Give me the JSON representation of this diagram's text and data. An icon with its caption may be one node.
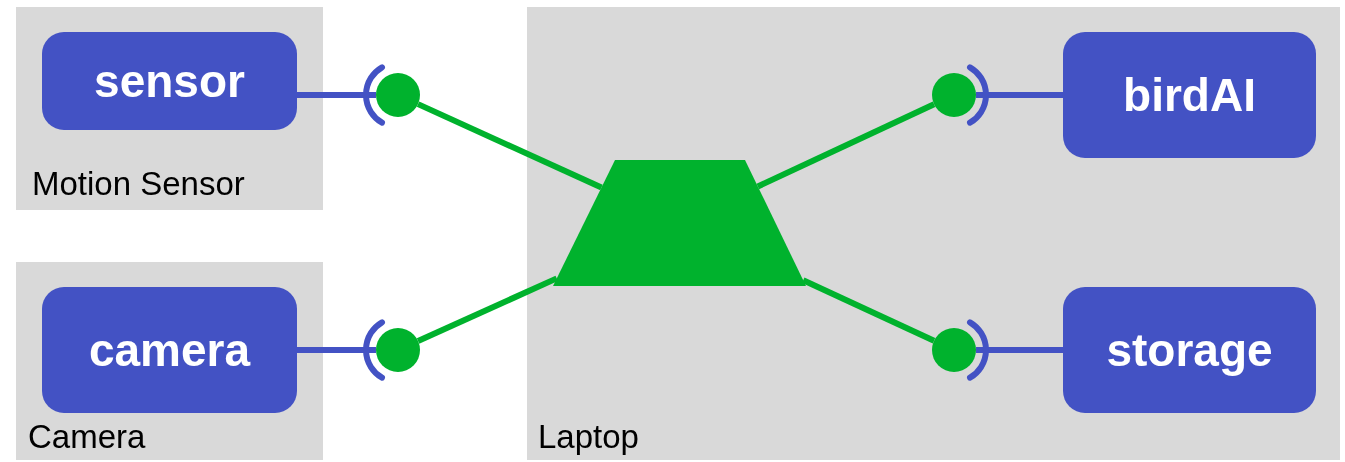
{
  "diagram": {
    "nodes": [
      {
        "text": [
          "Motion Sensor"
        ]
      },
      {
        "text": [
          "sensor"
        ],
        "in": 0
      },
      {
        "text": [
          "Camera"
        ]
      },
      {
        "text": [
          "camera"
        ],
        "in": 2
      },
      {
        "text": [
          "Laptop"
        ]
      },
      {
        "text": [
          "birdAI"
        ],
        "in": 4
      },
      {
        "text": [
          "storage"
        ],
        "in": 4
      },
      {
        "text": [],
        "shape": "trapezoid",
        "in": 4
      },
      {
        "text": [],
        "shape": "circle"
      },
      {
        "text": [],
        "shape": "circle"
      },
      {
        "text": [],
        "shape": "circle",
        "in": 4
      },
      {
        "text": [],
        "shape": "circle",
        "in": 4
      }
    ],
    "edges": [
      {
        "from": 1,
        "to": 8,
        "arrow": "other"
      },
      {
        "from": 3,
        "to": 9,
        "arrow": "other"
      },
      {
        "from": 5,
        "to": 10,
        "arrow": "other"
      },
      {
        "from": 6,
        "to": 11,
        "arrow": "other"
      },
      {
        "from": 8,
        "to": 7,
        "arrow": "none",
        "color": "#00b22d"
      },
      {
        "from": 9,
        "to": 7,
        "arrow": "none",
        "color": "#00b22d"
      },
      {
        "from": 7,
        "to": 10,
        "arrow": "none",
        "color": "#00b22d"
      },
      {
        "from": 7,
        "to": 11,
        "arrow": "none",
        "color": "#00b22d"
      }
    ]
  }
}
